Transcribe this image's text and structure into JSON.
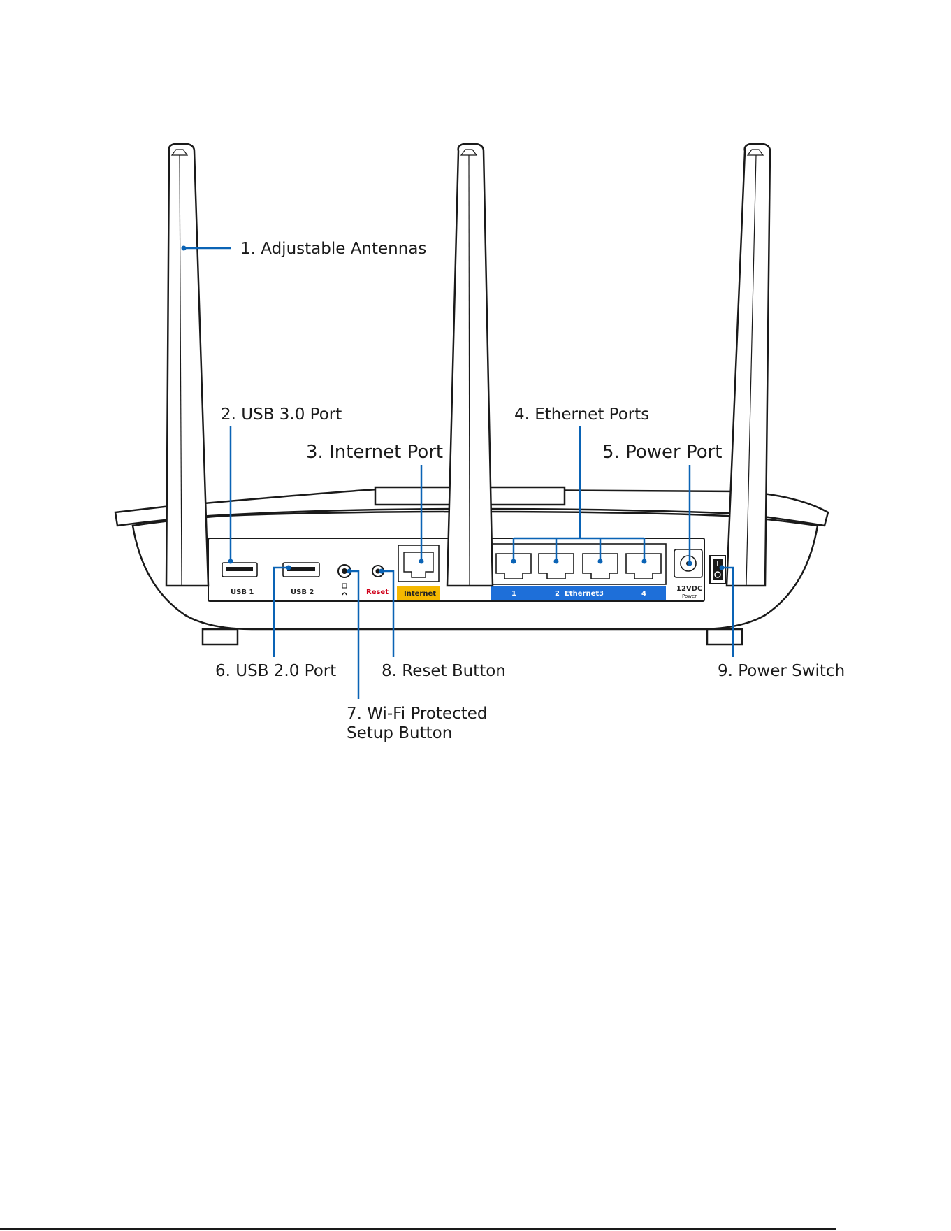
{
  "callouts": {
    "antennas": "1. Adjustable Antennas",
    "usb3": "2. USB 3.0 Port",
    "internet": "3. Internet Port",
    "ethernet": "4. Ethernet Ports",
    "power_port": "5. Power Port",
    "usb2": "6. USB 2.0 Port",
    "wps_line1": "7. Wi-Fi Protected",
    "wps_line2": "Setup Button",
    "reset": "8. Reset Button",
    "power_switch": "9. Power Switch"
  },
  "panel_labels": {
    "usb1": "USB 1",
    "usb2": "USB 2",
    "reset": "Reset",
    "internet": "Internet",
    "eth1": "1",
    "eth2": "2",
    "ethernet": "Ethernet",
    "eth3": "3",
    "eth4": "4",
    "power_12vdc": "12VDC",
    "power": "Power"
  },
  "colors": {
    "leader": "#0a63b5",
    "internet_band": "#f5b800",
    "ethernet_band": "#1e6fd9",
    "reset_text": "#d0021b",
    "outline": "#1a1a1a"
  },
  "icons": {
    "wps": "wps-icon",
    "power_switch": "power-switch-icon"
  }
}
